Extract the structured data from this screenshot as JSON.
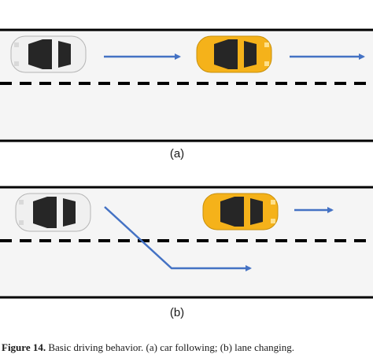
{
  "panels": [
    {
      "label": "(a)"
    },
    {
      "label": "(b)"
    }
  ],
  "caption": {
    "figure_label": "Figure 14.",
    "text": "Basic driving behavior. (a) car following; (b) lane changing."
  },
  "colors": {
    "road": "#f5f5f5",
    "road_edge": "#000000",
    "lane_divider": "#000000",
    "arrow": "#4472c4",
    "ego_car": "#f0f0f0",
    "lead_car": "#f5b21a",
    "window": "#262626"
  }
}
